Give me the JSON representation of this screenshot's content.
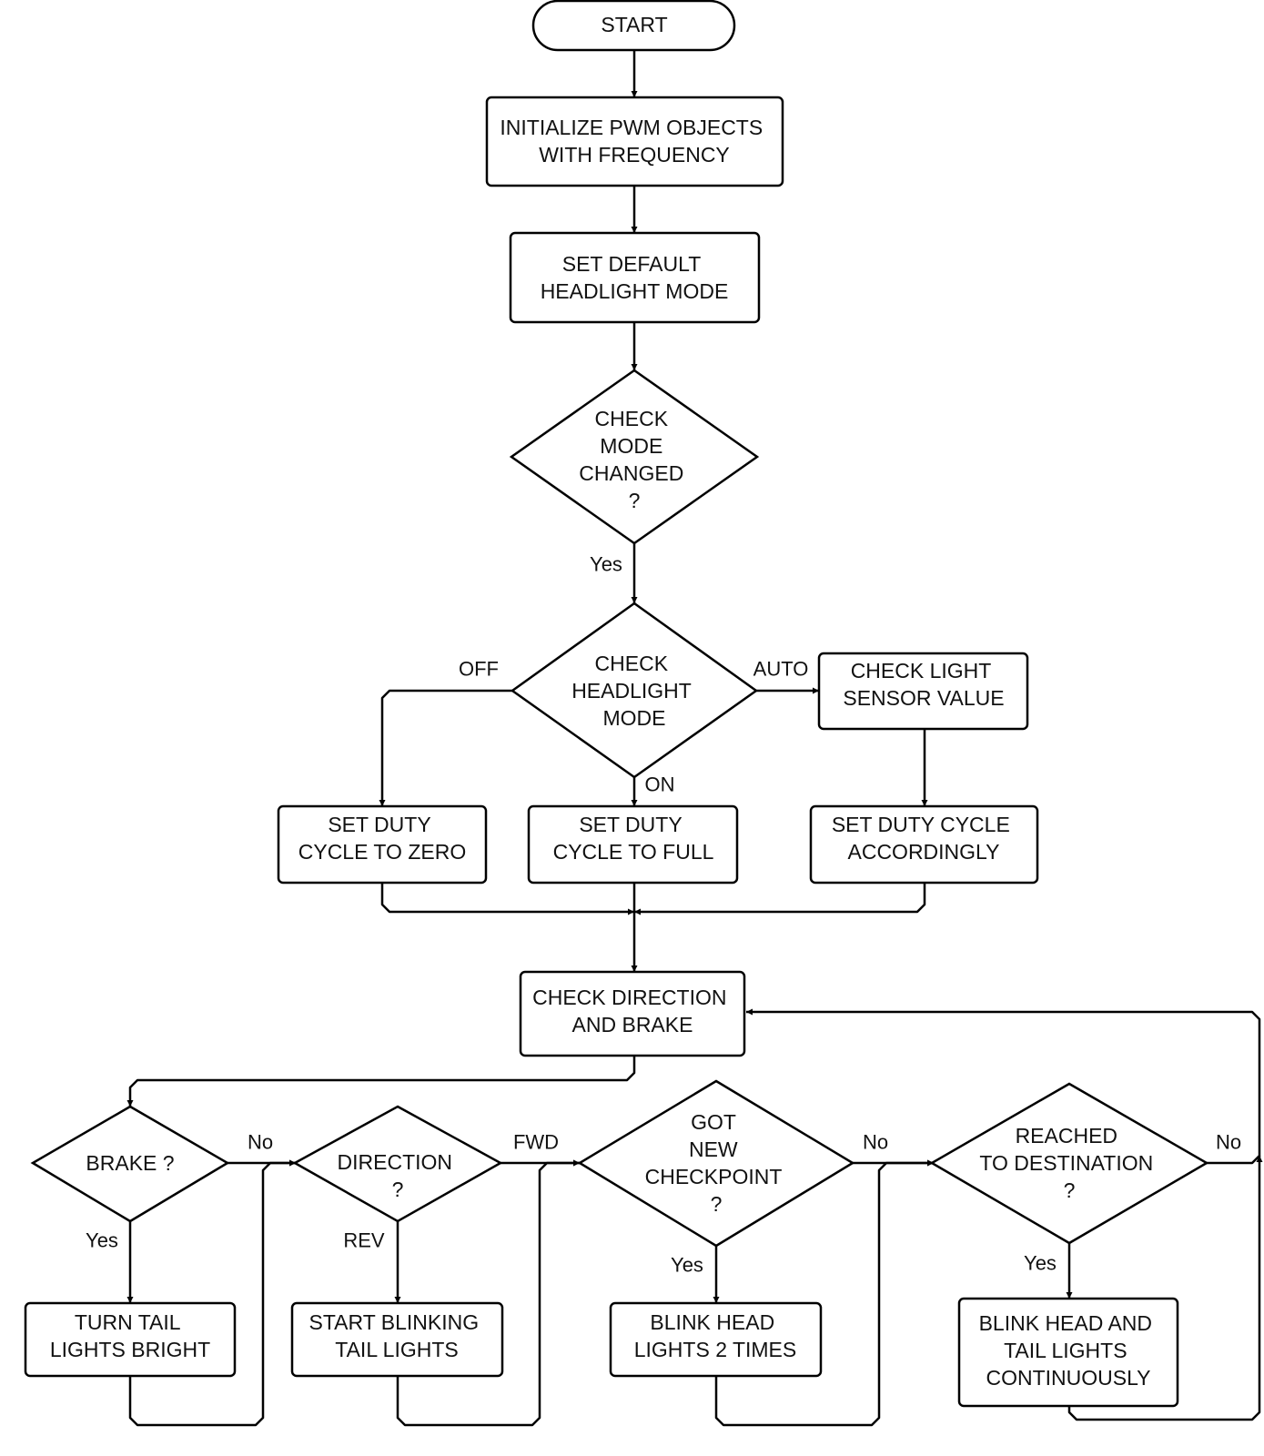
{
  "nodes": {
    "start": [
      "START"
    ],
    "init_pwm": [
      "INITIALIZE PWM OBJECTS",
      "WITH FREQUENCY"
    ],
    "default_mode": [
      "SET DEFAULT",
      "HEADLIGHT MODE"
    ],
    "check_mode_changed": [
      "CHECK",
      "MODE",
      "CHANGED",
      "?"
    ],
    "check_headlight_mode": [
      "CHECK",
      "HEADLIGHT",
      "MODE"
    ],
    "check_light_sensor": [
      "CHECK LIGHT",
      "SENSOR VALUE"
    ],
    "duty_zero": [
      "SET DUTY",
      "CYCLE TO ZERO"
    ],
    "duty_full": [
      "SET DUTY",
      "CYCLE TO FULL"
    ],
    "duty_accordingly": [
      "SET DUTY CYCLE",
      "ACCORDINGLY"
    ],
    "check_direction_brake": [
      "CHECK DIRECTION",
      "AND BRAKE"
    ],
    "brake": [
      "BRAKE ?"
    ],
    "direction": [
      "DIRECTION",
      "?"
    ],
    "got_checkpoint": [
      "GOT",
      "NEW",
      "CHECKPOINT",
      "?"
    ],
    "reached_destination": [
      "REACHED",
      "TO DESTINATION",
      "?"
    ],
    "tail_bright": [
      "TURN TAIL",
      "LIGHTS BRIGHT"
    ],
    "blink_tail": [
      "START BLINKING",
      "TAIL LIGHTS"
    ],
    "blink_head_2": [
      "BLINK HEAD",
      "LIGHTS 2 TIMES"
    ],
    "blink_continuous": [
      "BLINK HEAD AND",
      "TAIL LIGHTS",
      "CONTINUOUSLY"
    ]
  },
  "edge_labels": {
    "mode_changed_yes": "Yes",
    "headlight_off": "OFF",
    "headlight_auto": "AUTO",
    "headlight_on": "ON",
    "brake_no": "No",
    "brake_yes": "Yes",
    "direction_fwd": "FWD",
    "direction_rev": "REV",
    "checkpoint_no": "No",
    "checkpoint_yes": "Yes",
    "destination_no": "No",
    "destination_yes": "Yes"
  }
}
